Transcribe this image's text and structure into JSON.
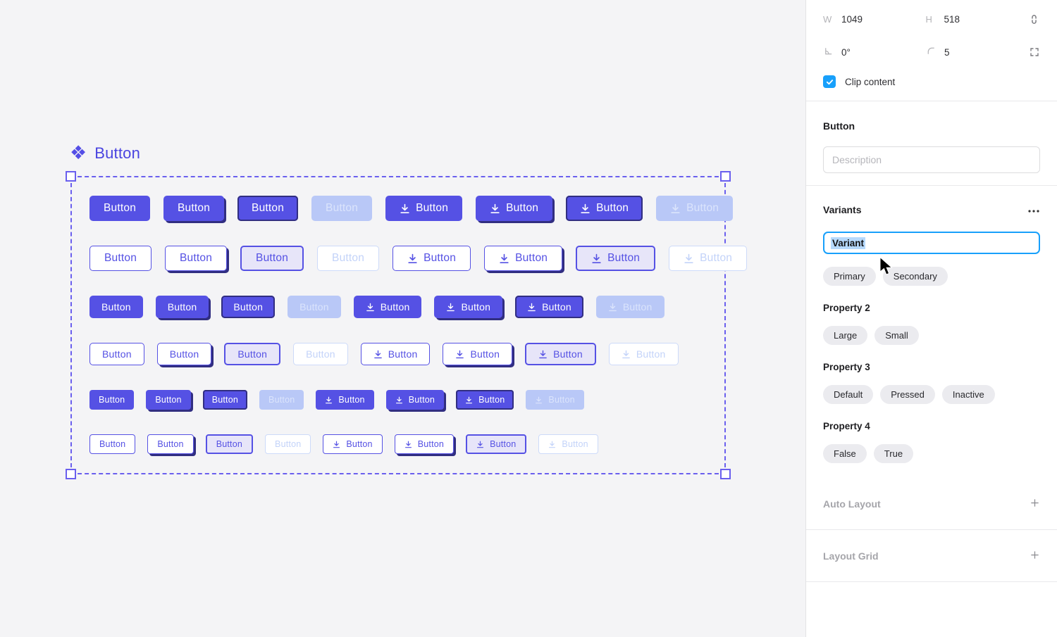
{
  "canvas": {
    "component_set_title": "Button",
    "button_label": "Button",
    "grid": {
      "rows": [
        {
          "size": "lg",
          "style": "filled"
        },
        {
          "size": "lg",
          "style": "outline"
        },
        {
          "size": "md",
          "style": "filled"
        },
        {
          "size": "md",
          "style": "outline"
        },
        {
          "size": "sm",
          "style": "filled"
        },
        {
          "size": "sm",
          "style": "outline"
        }
      ],
      "states": [
        "default",
        "pressed-shadow",
        "pressed-border",
        "inactive"
      ],
      "icon_variants": [
        false,
        true
      ],
      "icon_name": "download-icon"
    }
  },
  "panel": {
    "transform": {
      "w_label": "W",
      "w_value": "1049",
      "h_label": "H",
      "h_value": "518",
      "rotation_value": "0°",
      "corner_radius_value": "5",
      "clip_content_label": "Clip content"
    },
    "component_section": {
      "title": "Button",
      "description_placeholder": "Description"
    },
    "variants_section": {
      "heading": "Variants",
      "variant_name_value": "Variant",
      "property_groups": [
        {
          "label": "",
          "options": [
            "Primary",
            "Secondary"
          ]
        },
        {
          "label": "Property 2",
          "options": [
            "Large",
            "Small"
          ]
        },
        {
          "label": "Property 3",
          "options": [
            "Default",
            "Pressed",
            "Inactive"
          ]
        },
        {
          "label": "Property 4",
          "options": [
            "False",
            "True"
          ]
        }
      ]
    },
    "collapsed_sections": [
      {
        "label": "Auto Layout"
      },
      {
        "label": "Layout Grid"
      }
    ]
  },
  "colors": {
    "accent_purple": "#5551e4",
    "pressed_navy": "#312e81",
    "disabled_fill": "#b9c8f7",
    "selection_blue": "#18a0fb",
    "canvas_bg": "#f4f4f6",
    "dashed_selection": "#6a5fee"
  }
}
